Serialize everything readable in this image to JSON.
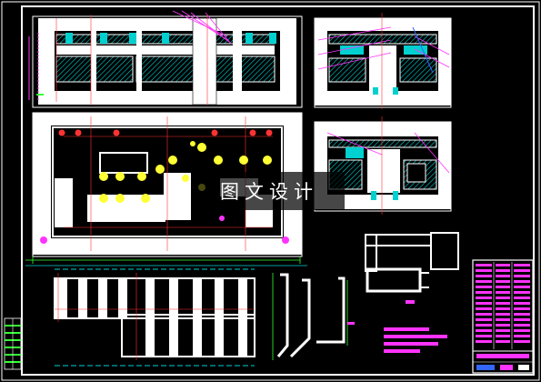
{
  "watermark": {
    "text": "图文设计"
  },
  "colors": {
    "background": "#000000",
    "outline": "#ffffff",
    "hatch": "#00d0d0",
    "dimension": "#ff33ff",
    "centerline": "#ff3333",
    "construction": "#33ff33",
    "holes": "#ffff33",
    "blue": "#3366ff"
  },
  "views": [
    {
      "name": "front-section-view"
    },
    {
      "name": "side-section-view-upper"
    },
    {
      "name": "side-section-view-lower"
    },
    {
      "name": "plan-view"
    },
    {
      "name": "part-detail-views"
    },
    {
      "name": "title-block"
    }
  ]
}
